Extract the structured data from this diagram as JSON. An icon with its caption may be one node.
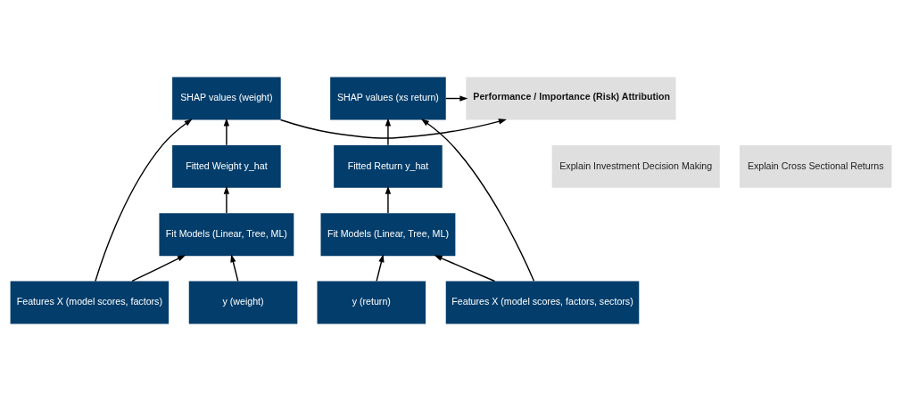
{
  "diagram": {
    "nodes": [
      {
        "text": [
          "Performance / Importance (Risk) Attribution"
        ]
      },
      {
        "text": [
          "SHAP values (weight)"
        ]
      },
      {
        "text": [
          "Fitted Weight y_hat"
        ]
      },
      {
        "text": [
          "Fit Models (Linear, Tree, ML)"
        ]
      },
      {
        "text": [
          "Features X (model scores, factors)"
        ]
      },
      {
        "text": [
          "y (weight)"
        ]
      },
      {
        "text": [
          "Explain Investment Decision Making"
        ]
      },
      {
        "text": [
          "Explain Cross Sectional Returns"
        ]
      },
      {
        "text": [
          "SHAP values (xs return)"
        ]
      },
      {
        "text": [
          "Fitted Return y_hat"
        ]
      },
      {
        "text": [
          "Fit Models (Linear, Tree, ML)"
        ]
      },
      {
        "text": [
          "y (return)"
        ]
      },
      {
        "text": [
          "Features X (model scores, factors, sectors)"
        ]
      }
    ],
    "edges": [
      {
        "from": 1,
        "to": 0,
        "arrow": "to"
      },
      {
        "from": 8,
        "to": 0,
        "arrow": "to"
      },
      {
        "from": 2,
        "to": 1,
        "arrow": "to"
      },
      {
        "from": 3,
        "to": 2,
        "arrow": "to"
      },
      {
        "from": 4,
        "to": 3,
        "arrow": "to"
      },
      {
        "from": 5,
        "to": 3,
        "arrow": "to"
      },
      {
        "from": 4,
        "to": 1,
        "arrow": "to"
      },
      {
        "from": 9,
        "to": 8,
        "arrow": "to"
      },
      {
        "from": 10,
        "to": 9,
        "arrow": "to"
      },
      {
        "from": 11,
        "to": 10,
        "arrow": "to"
      },
      {
        "from": 12,
        "to": 10,
        "arrow": "to"
      },
      {
        "from": 12,
        "to": 8,
        "arrow": "to"
      }
    ]
  }
}
